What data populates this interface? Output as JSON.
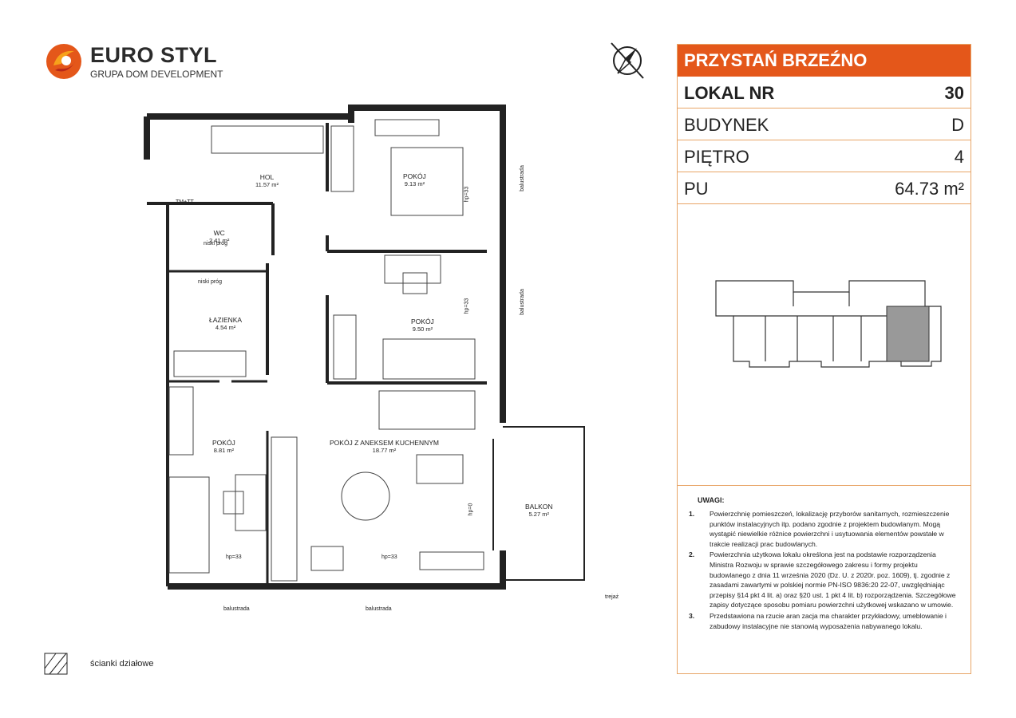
{
  "logo": {
    "brand": "EURO STYL",
    "subtitle": "GRUPA DOM DEVELOPMENT",
    "accent": "#e4571a"
  },
  "info": {
    "title": "PRZYSTAŃ BRZEŹNO",
    "rows": [
      {
        "label": "LOKAL NR",
        "value": "30"
      },
      {
        "label": "BUDYNEK",
        "value": "D"
      },
      {
        "label": "PIĘTRO",
        "value": "4"
      },
      {
        "label": "PU",
        "value": "64.73 m²"
      }
    ]
  },
  "notes": {
    "title": "UWAGI:",
    "items": [
      {
        "num": "1.",
        "text": "Powierzchnię pomieszczeń, lokalizację przyborów sanitarnych, rozmieszczenie punktów instalacyjnych itp. podano zgodnie z projektem budowlanym. Mogą wystąpić niewielkie różnice powierzchni i usytuowania elementów powstałe w trakcie realizacji prac budowlanych."
      },
      {
        "num": "2.",
        "text": "Powierzchnia użytkowa lokalu określona jest na podstawie rozporządzenia Ministra Rozwoju w sprawie szczegółowego zakresu i formy projektu budowlanego z dnia 11 września 2020 (Dz. U. z 2020r. poz. 1609), tj. zgodnie z zasadami zawartymi w polskiej normie PN-ISO 9836:20 22-07, uwzględniając przepisy §14 pkt 4 lit. a) oraz §20 ust. 1 pkt 4 lit. b) rozporządzenia. Szczegółowe zapisy dotyczące sposobu pomiaru powierzchni użytkowej wskazano w umowie."
      },
      {
        "num": "3.",
        "text": "Przedstawiona na rzucie aran zacja ma charakter przykładowy, umeblowanie i zabudowy instalacyjne nie stanowią wyposażenia nabywanego lokalu."
      }
    ]
  },
  "rooms": [
    {
      "name": "HOL",
      "area": "11.57 m²"
    },
    {
      "name": "POKÓJ",
      "area": "9.13 m²"
    },
    {
      "name": "WC",
      "area": "2.41 m²"
    },
    {
      "name": "ŁAZIENKA",
      "area": "4.54 m²"
    },
    {
      "name": "POKÓJ",
      "area": "9.50 m²"
    },
    {
      "name": "POKÓJ",
      "area": "8.81 m²"
    },
    {
      "name": "POKÓJ Z ANEKSEM KUCHENNYM",
      "area": "18.77 m²"
    },
    {
      "name": "BALKON",
      "area": "5.27 m²"
    }
  ],
  "plan_labels": {
    "tm": "TM+TT",
    "niski_prog": "niski próg",
    "balustrada": "balustrada",
    "trejaz": "trejaż",
    "hp33": "hp=33",
    "hp0": "hp=0"
  },
  "legend": {
    "label": "ścianki działowe"
  }
}
